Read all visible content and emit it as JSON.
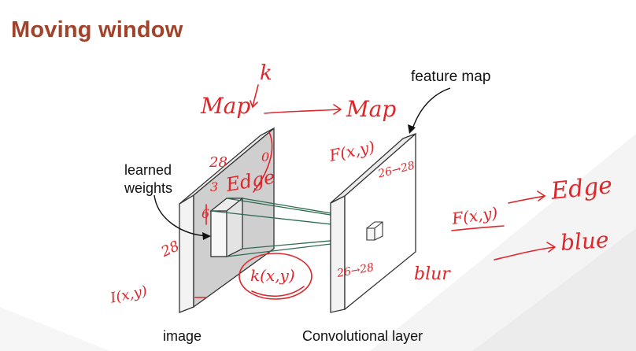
{
  "title": "Moving window",
  "labels": {
    "feature_map": "feature map",
    "learned_weights_1": "learned",
    "learned_weights_2": "weights",
    "image": "image",
    "conv_layer": "Convolutional layer"
  },
  "handwriting": {
    "k_top": "k",
    "map_left": "Map",
    "map_right": "Map",
    "fxy_panel": "F(x,y)",
    "n28_top": "28",
    "n0": "0",
    "n3": "3",
    "edge_panel": "Edge",
    "n6": "6",
    "n28_side": "28",
    "ixy": "I(x,y)",
    "kxy": "k(x,y)",
    "r26_28_top": "26→28",
    "r26_28_bottom": "26→28",
    "blur": "blur",
    "fxy_right": "F(x,y)",
    "edge_right": "Edge",
    "blue_right": "blue"
  },
  "colors": {
    "title": "#a0432a",
    "ink": "#e0262a",
    "panel_fill": "#c9c9c9",
    "kernel_line": "#2f6b50"
  }
}
